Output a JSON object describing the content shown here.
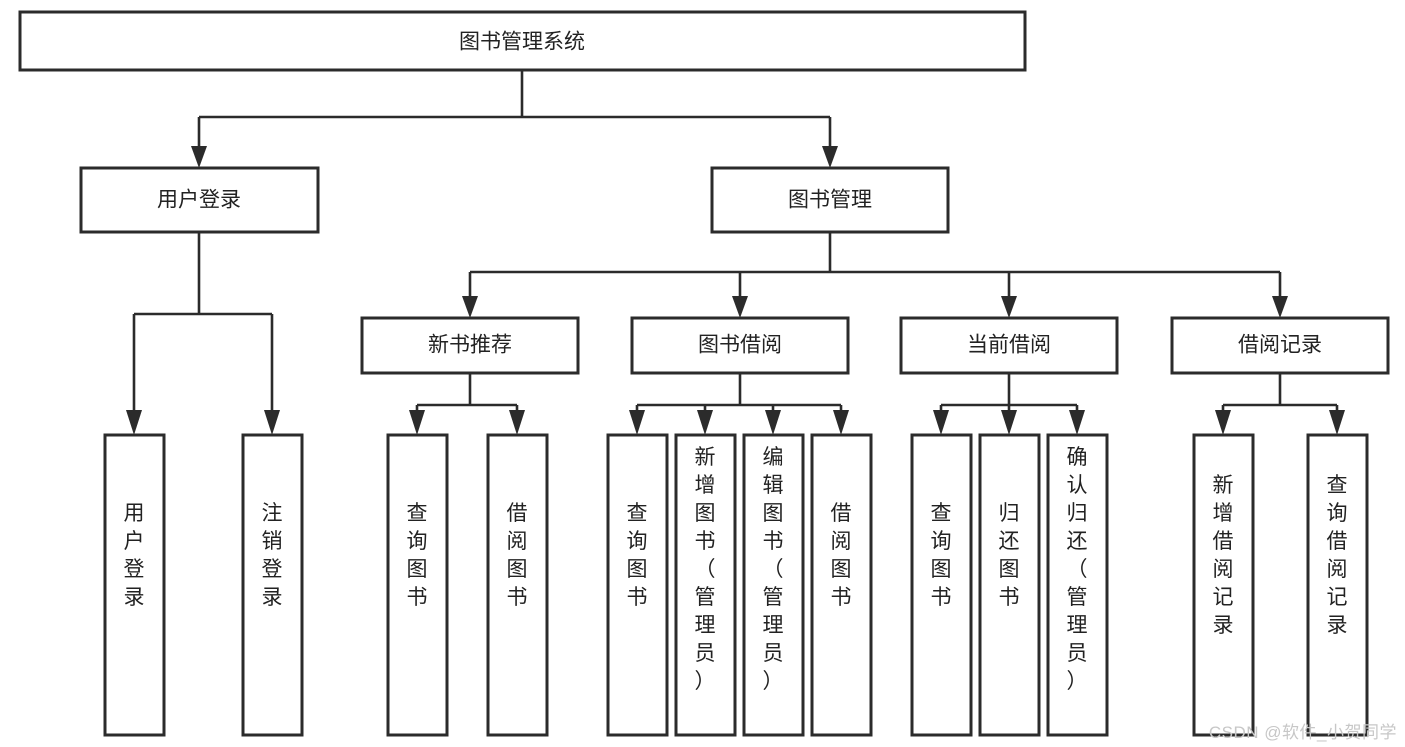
{
  "diagram": {
    "title": "图书管理系统",
    "watermark": "CSDN @软件_小贺同学",
    "stroke_color": "#2b2b2b",
    "fill_color": "#ffffff",
    "text_color": "#222222",
    "watermark_color": "#c7c7c7",
    "levels": {
      "root": {
        "label": "图书管理系统"
      },
      "level2": [
        {
          "label": "用户登录"
        },
        {
          "label": "图书管理"
        }
      ],
      "level3": [
        {
          "label": "新书推荐"
        },
        {
          "label": "图书借阅"
        },
        {
          "label": "当前借阅"
        },
        {
          "label": "借阅记录"
        }
      ],
      "leaves": {
        "user_login": [
          {
            "label": "用户登录"
          },
          {
            "label": "注销登录"
          }
        ],
        "new_book": [
          {
            "label": "查询图书"
          },
          {
            "label": "借阅图书"
          }
        ],
        "book_borrow": [
          {
            "label": "查询图书"
          },
          {
            "label": "新增图书（管理员）"
          },
          {
            "label": "编辑图书（管理员）"
          },
          {
            "label": "借阅图书"
          }
        ],
        "current_borrow": [
          {
            "label": "查询图书"
          },
          {
            "label": "归还图书"
          },
          {
            "label": "确认归还（管理员）"
          }
        ],
        "borrow_record": [
          {
            "label": "新增借阅记录"
          },
          {
            "label": "查询借阅记录"
          }
        ]
      }
    }
  }
}
